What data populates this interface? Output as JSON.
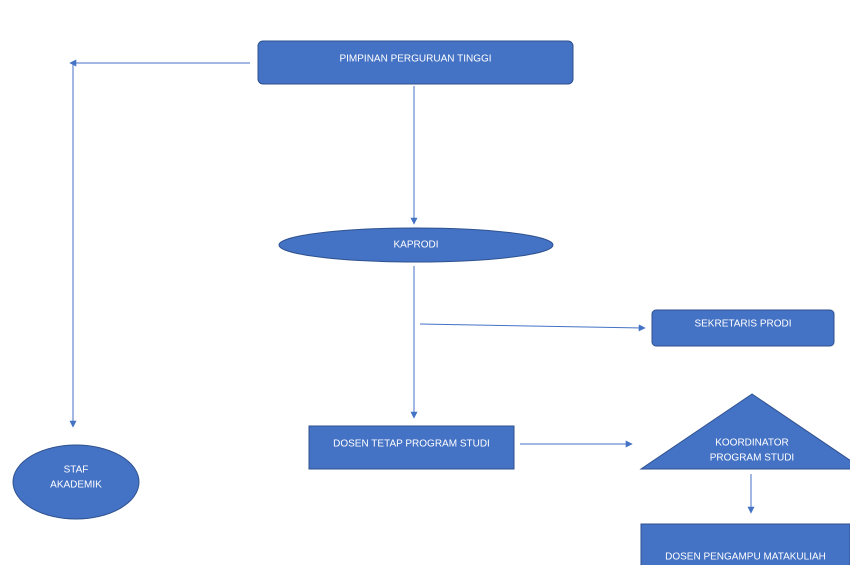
{
  "nodes": {
    "pimpinan": "PIMPINAN PERGURUAN TINGGI",
    "kaprodi": "KAPRODI",
    "sekretaris": "SEKRETARIS PRODI",
    "dosen_tetap": "DOSEN TETAP PROGRAM STUDI",
    "koordinator_line1": "KOORDINATOR",
    "koordinator_line2": "PROGRAM STUDI",
    "staf_line1": "STAF",
    "staf_line2": "AKADEMIK",
    "dosen_pengampu": "DOSEN PENGAMPU MATAKULIAH"
  },
  "colors": {
    "shape_fill": "#4472c4",
    "shape_stroke": "#2f528f",
    "connector": "#4472c4",
    "text": "#ffffff"
  }
}
